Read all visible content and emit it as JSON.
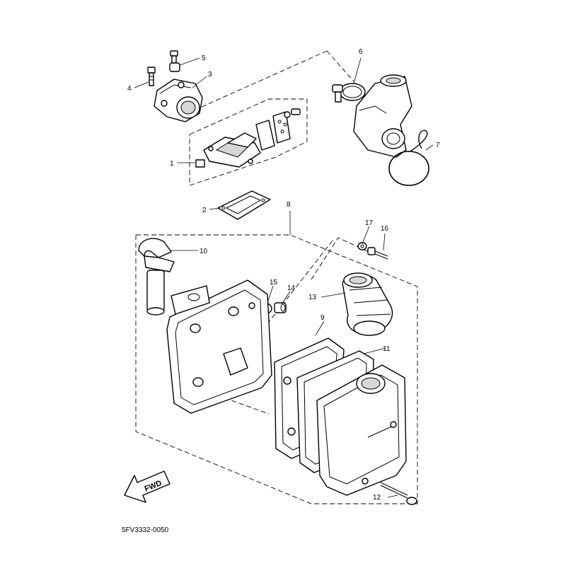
{
  "diagram": {
    "callouts": {
      "p1": "1",
      "p2": "2",
      "p3": "3",
      "p4": "4",
      "p5": "5",
      "p6": "6",
      "p7": "7",
      "p8": "8",
      "p9": "9",
      "p10": "10",
      "p11": "11",
      "p12": "12",
      "p13": "13",
      "p14": "14",
      "p15": "15",
      "p16": "16",
      "p17": "17"
    },
    "fwd_label": "FWD",
    "diagram_code": "5FV3332-0050"
  }
}
